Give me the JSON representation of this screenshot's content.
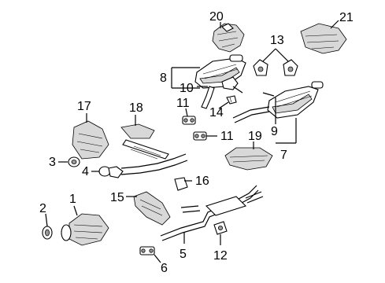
{
  "diagram": {
    "callouts": {
      "c1": "1",
      "c2": "2",
      "c3": "3",
      "c4": "4",
      "c5": "5",
      "c6": "6",
      "c7": "7",
      "c8": "8",
      "c9": "9",
      "c10": "10",
      "c11a": "11",
      "c11b": "11",
      "c12": "12",
      "c13": "13",
      "c14": "14",
      "c15": "15",
      "c16": "16",
      "c17": "17",
      "c18": "18",
      "c19": "19",
      "c20": "20",
      "c21": "21"
    }
  }
}
